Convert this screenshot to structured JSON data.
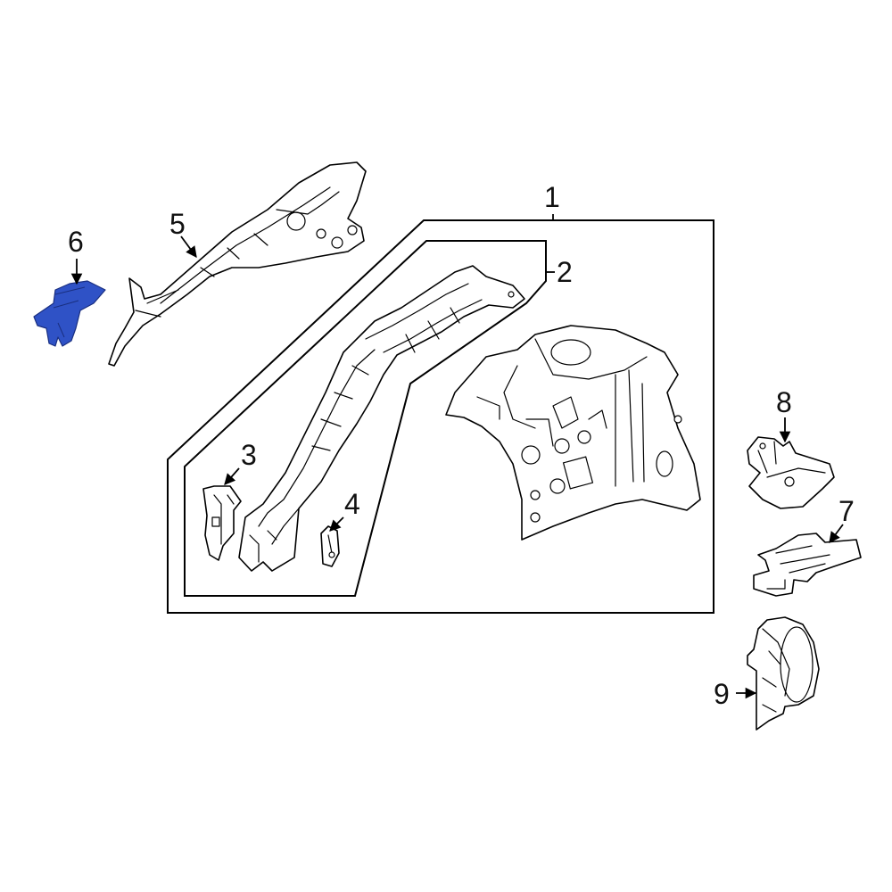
{
  "highlight_color": "#2f52c6",
  "line_color": "#000000",
  "background_color": "#ffffff",
  "callouts": [
    {
      "id": "1",
      "label": "1"
    },
    {
      "id": "2",
      "label": "2"
    },
    {
      "id": "3",
      "label": "3"
    },
    {
      "id": "4",
      "label": "4"
    },
    {
      "id": "5",
      "label": "5"
    },
    {
      "id": "6",
      "label": "6",
      "highlighted": true
    },
    {
      "id": "7",
      "label": "7"
    },
    {
      "id": "8",
      "label": "8"
    },
    {
      "id": "9",
      "label": "9"
    }
  ]
}
